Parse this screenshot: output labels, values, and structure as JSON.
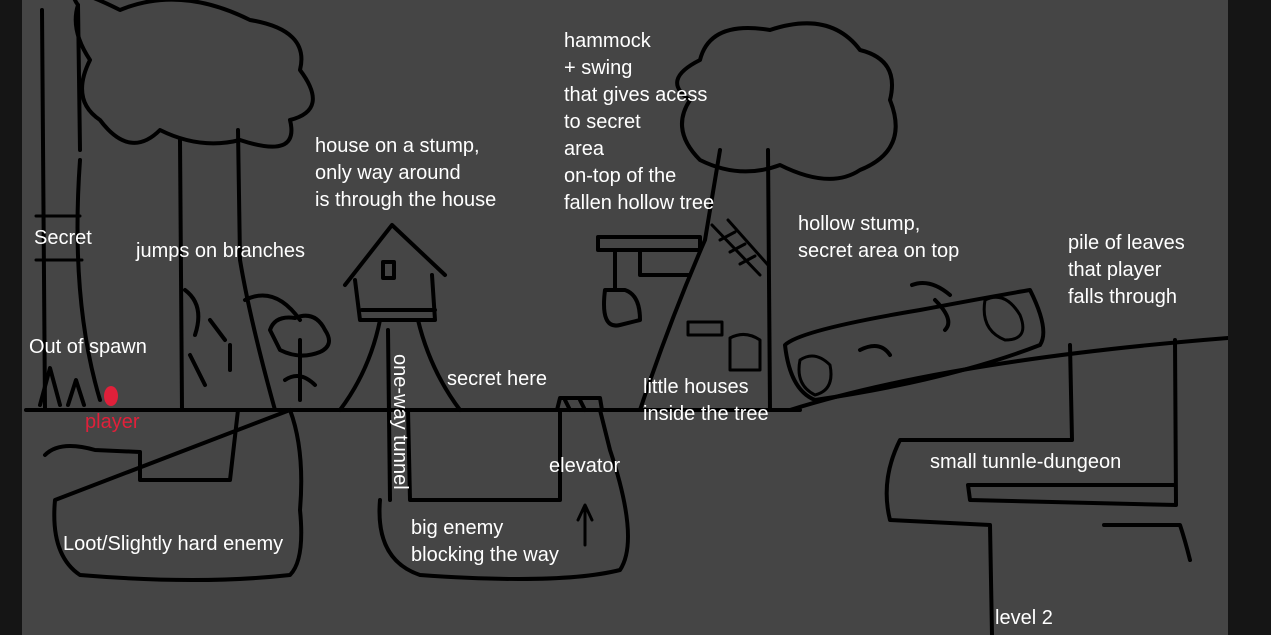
{
  "labels": {
    "hammock": "hammock\n+ swing\nthat gives acess\nto secret\narea\non-top of the\nfallen hollow tree",
    "house_stump": "house on a stump,\nonly way around\nis through the house",
    "secret": "Secret",
    "jumps": "jumps on branches",
    "hollow_stump": "hollow stump,\nsecret area on top",
    "leaves": "pile of leaves\nthat player\nfalls through",
    "out_of_spawn": "Out of spawn",
    "player": "player",
    "one_way": "one-way tunnel",
    "secret_here": "secret here",
    "little_houses": "little houses\ninside the tree",
    "elevator": "elevator",
    "small_dungeon": "small tunnle-dungeon",
    "big_enemy": "big enemy\nblocking the way",
    "loot": "Loot/Slightly hard enemy",
    "level2": "level 2"
  },
  "colors": {
    "background": "#454545",
    "ink": "#000000",
    "text": "#ffffff",
    "player": "#e0203a"
  }
}
